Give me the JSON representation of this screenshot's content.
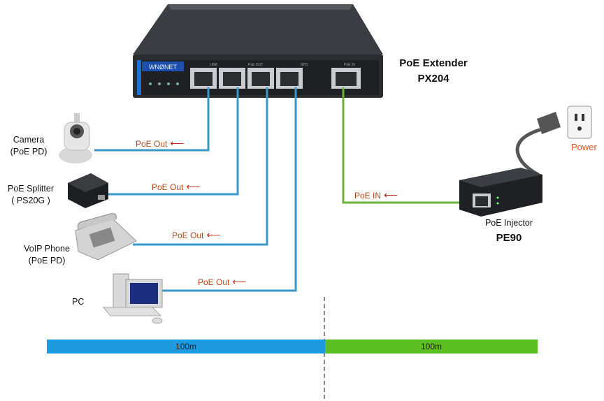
{
  "extender": {
    "name": "PoE Extender",
    "model": "PX204",
    "brand": "WNØNET",
    "port_labels": [
      "LINK",
      "PoE OUT",
      "SPD",
      "PoE IN"
    ]
  },
  "devices": [
    {
      "label": "Camera\n(PoE PD)",
      "link_label": "PoE Out",
      "arrow": "⟵"
    },
    {
      "label": "PoE Splitter\n( PS20G )",
      "link_label": "PoE Out",
      "arrow": "⟵"
    },
    {
      "label": "VoIP Phone\n(PoE PD)",
      "link_label": "PoE Out",
      "arrow": "⟵"
    },
    {
      "label": "PC",
      "link_label": "PoE Out",
      "arrow": "⟵"
    }
  ],
  "injector": {
    "name": "PoE Injector",
    "model": "PE90",
    "link_label": "PoE IN",
    "arrow": "⟵"
  },
  "power": {
    "label": "Power"
  },
  "distances": [
    {
      "label": "100m",
      "color": "#1e9be0"
    },
    {
      "label": "100m",
      "color": "#5cbf21"
    }
  ],
  "colors": {
    "blue_cable": "#3a98c8",
    "green_cable": "#6ab23a",
    "switch_body": "#2a2c30"
  }
}
